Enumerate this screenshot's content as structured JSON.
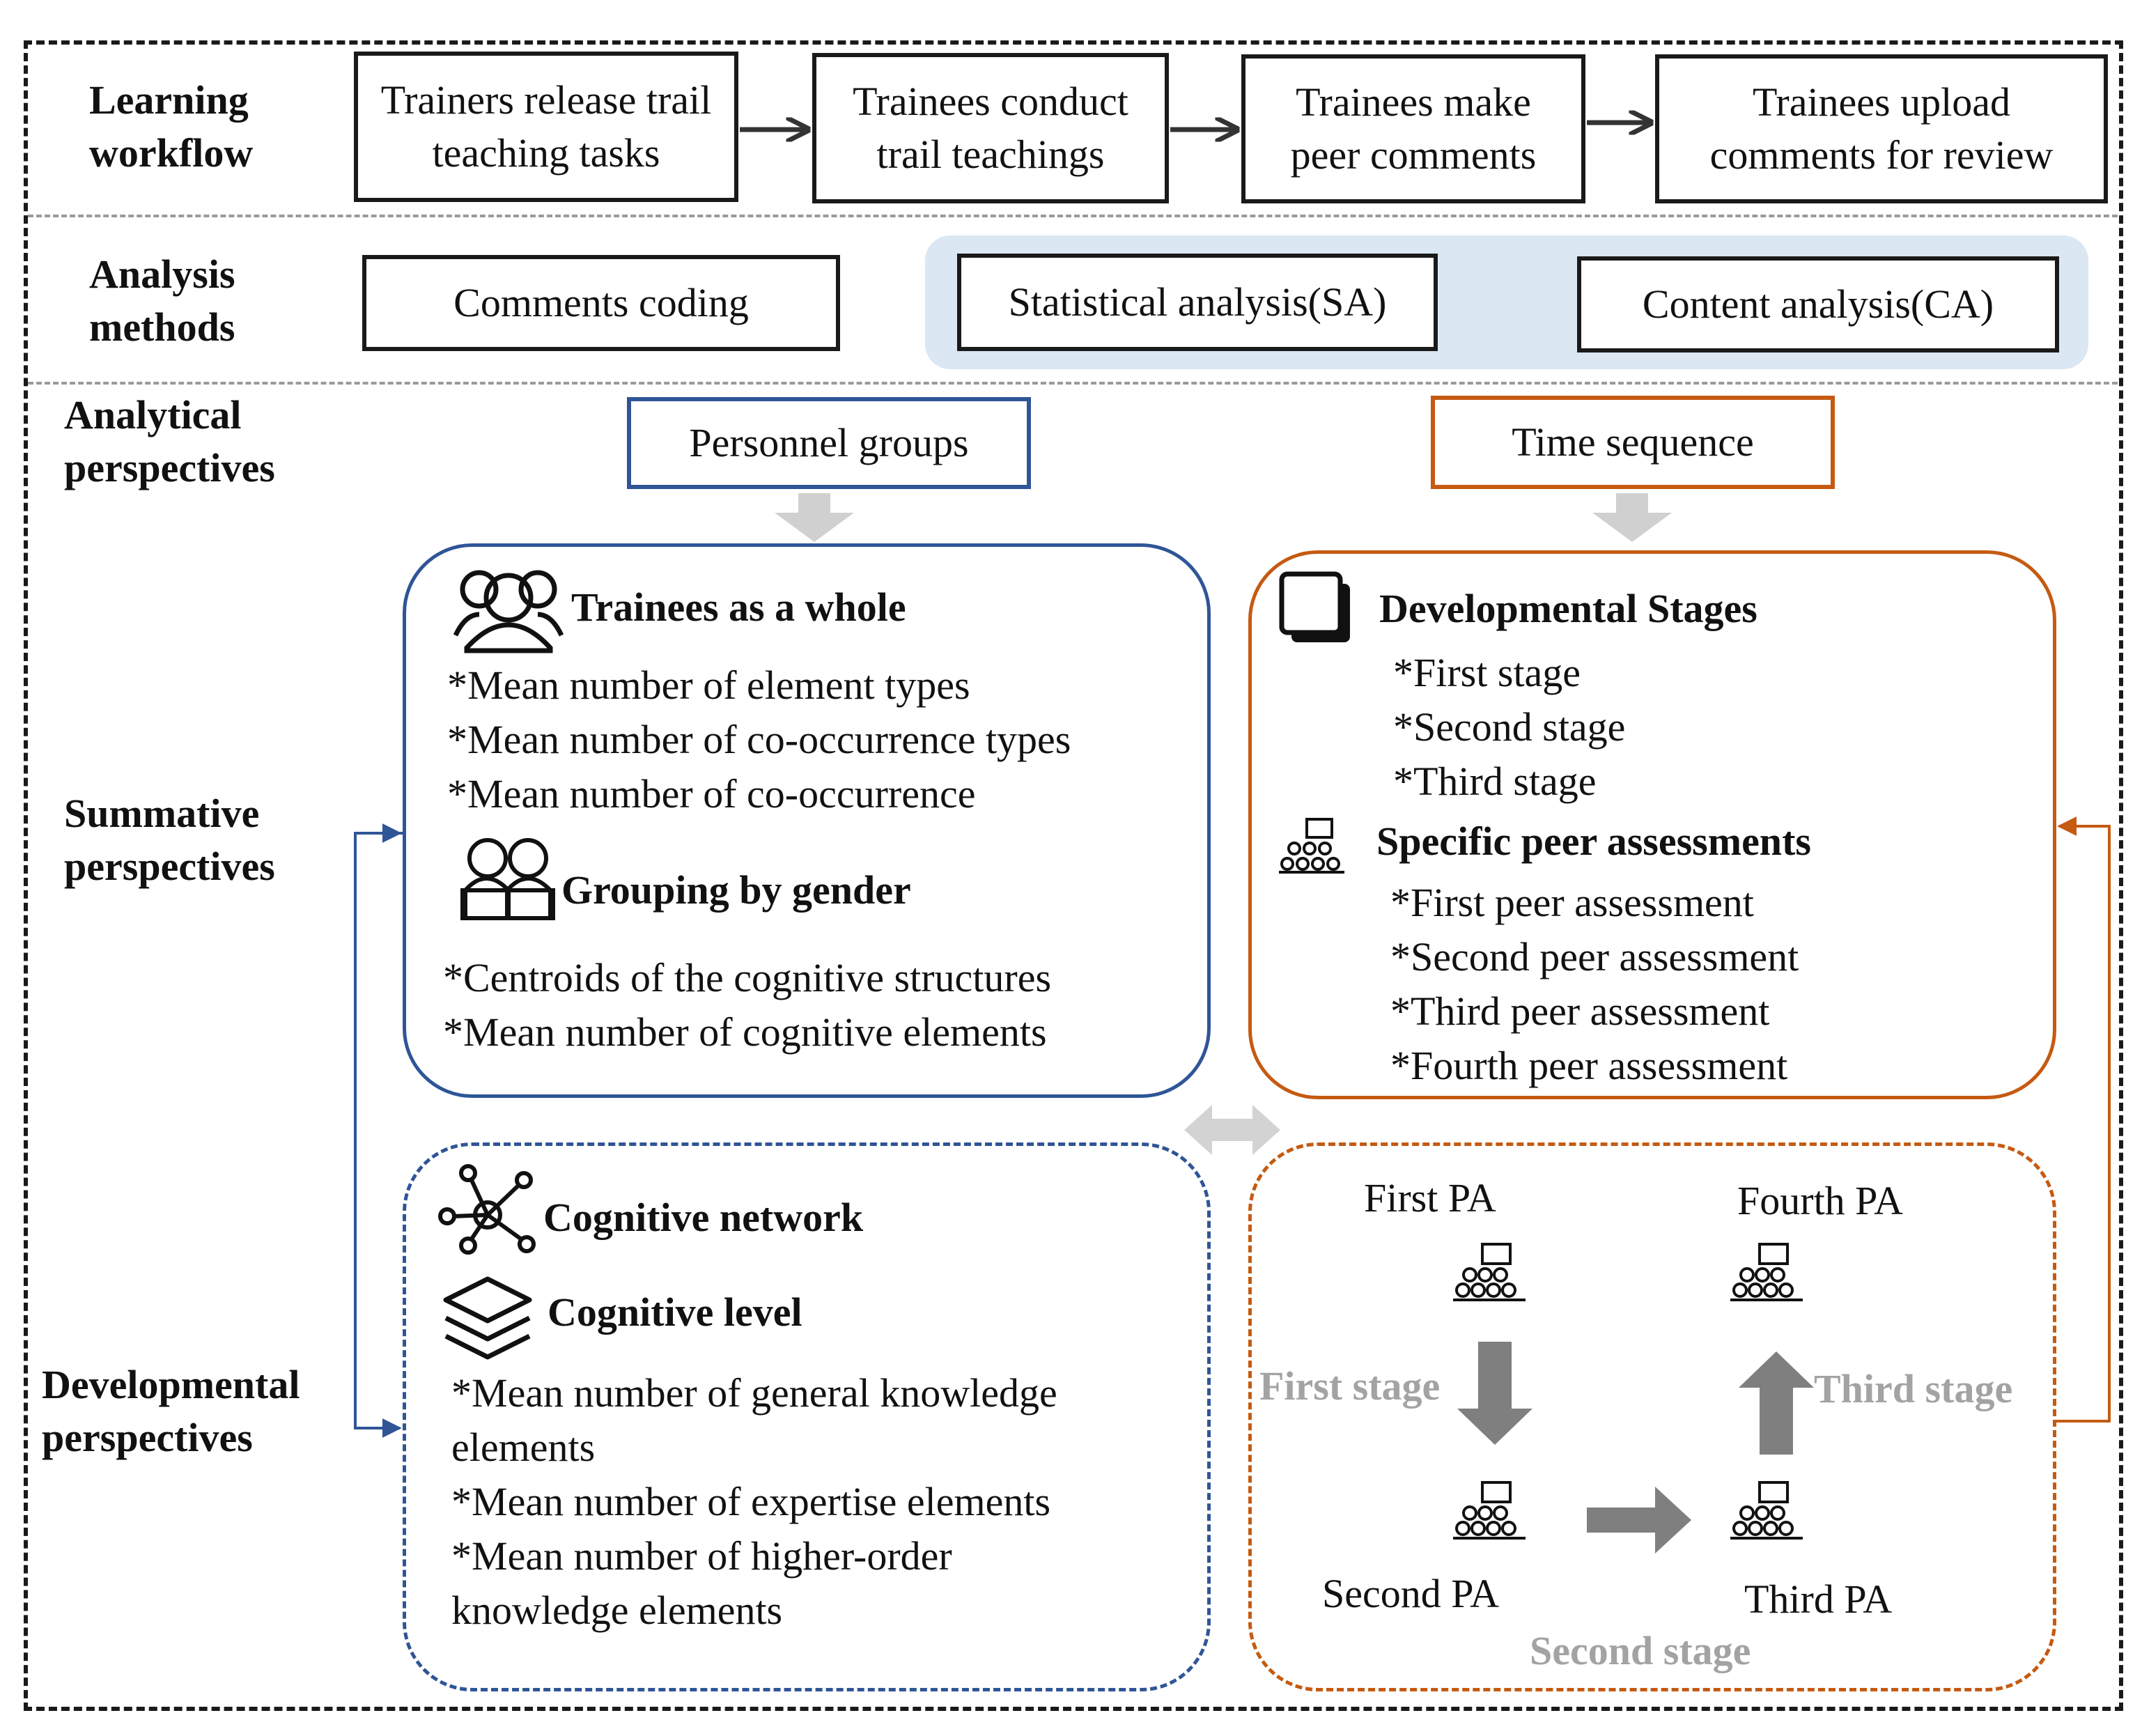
{
  "rows": {
    "learning": "Learning workflow",
    "analysis": "Analysis methods",
    "analytical": "Analytical perspectives",
    "summative": "Summative perspectives",
    "developmental": "Developmental perspectives"
  },
  "workflow": {
    "step1": "Trainers release trail teaching tasks",
    "step2": "Trainees conduct trail teachings",
    "step3": "Trainees make peer comments",
    "step4": "Trainees upload comments for review"
  },
  "methods": {
    "coding": "Comments coding",
    "sa": "Statistical analysis(SA)",
    "ca": "Content analysis(CA)"
  },
  "groups": {
    "personnel": "Personnel groups",
    "time": "Time sequence"
  },
  "summative_left": {
    "heading1": "Trainees as a whole",
    "items1": [
      "*Mean number of element types",
      "*Mean number of co-occurrence types",
      "*Mean number of co-occurrence"
    ],
    "heading2": "Grouping by gender",
    "items2": [
      "*Centroids of the cognitive structures",
      "*Mean number of cognitive elements"
    ]
  },
  "summative_right": {
    "heading1": "Developmental Stages",
    "items1": [
      "*First stage",
      "*Second stage",
      "*Third stage"
    ],
    "heading2": "Specific peer assessments",
    "items2": [
      "*First peer assessment",
      "*Second peer assessment",
      "*Third peer assessment",
      "*Fourth peer assessment"
    ]
  },
  "developmental_left": {
    "heading1": "Cognitive network",
    "heading2": "Cognitive level",
    "items": [
      "*Mean number of general knowledge",
      "elements",
      "*Mean number of expertise elements",
      "*Mean number of higher-order",
      "knowledge elements"
    ]
  },
  "developmental_right": {
    "pa1": "First PA",
    "pa2": "Second PA",
    "pa3": "Third PA",
    "pa4": "Fourth PA",
    "stage1": "First stage",
    "stage2": "Second stage",
    "stage3": "Third stage"
  },
  "colors": {
    "blue": "#2f5597",
    "orange": "#c55a11",
    "gray_arrow": "#7f7f7f",
    "light_arrow": "#d0d0d0",
    "shade": "#dbe7f3"
  }
}
